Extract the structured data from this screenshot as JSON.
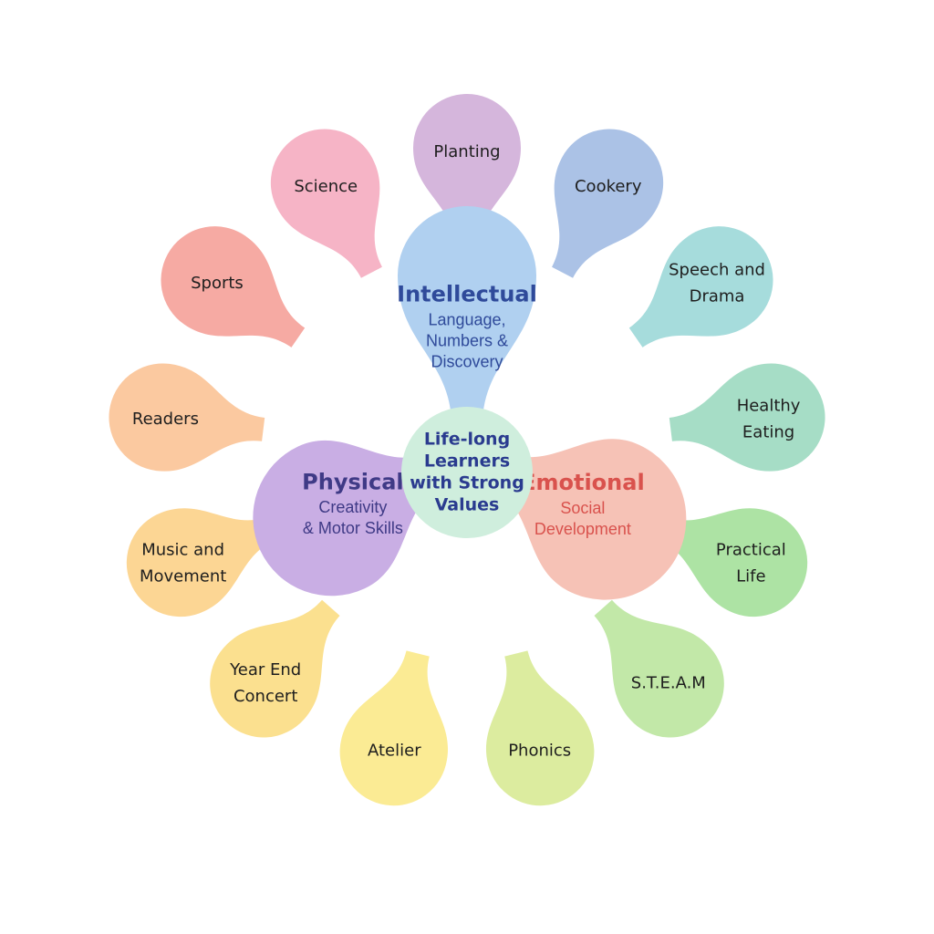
{
  "center": {
    "lines": [
      "Life-long",
      "Learners",
      "with Strong",
      "Values"
    ],
    "fill": "#cfeedd",
    "text_color": "#2a3b8f"
  },
  "categories": [
    {
      "id": "intellectual",
      "title": "Intellectual",
      "subtitle_lines": [
        "Language,",
        "Numbers &",
        "Discovery"
      ],
      "fill": "#b0d0f0",
      "title_color": "#2f4a9a",
      "subtitle_color": "#2f4a9a"
    },
    {
      "id": "physical",
      "title": "Physical",
      "subtitle_lines": [
        "Creativity",
        "& Motor Skills"
      ],
      "fill": "#c9aee4",
      "title_color": "#3f3a86",
      "subtitle_color": "#3f3a86"
    },
    {
      "id": "emotional",
      "title": "Emotional",
      "subtitle_lines": [
        "Social",
        "Development"
      ],
      "fill": "#f6c2b6",
      "title_color": "#d9524d",
      "subtitle_color": "#d9524d"
    }
  ],
  "petals": [
    {
      "lines": [
        "Planting"
      ],
      "fill": "#d5b6dc"
    },
    {
      "lines": [
        "Cookery"
      ],
      "fill": "#abc2e6"
    },
    {
      "lines": [
        "Speech and",
        "Drama"
      ],
      "fill": "#a6dcdc"
    },
    {
      "lines": [
        "Healthy",
        "Eating"
      ],
      "fill": "#a6ddc6"
    },
    {
      "lines": [
        "Practical",
        "Life"
      ],
      "fill": "#ade3a4"
    },
    {
      "lines": [
        "S.T.E.A.M"
      ],
      "fill": "#c2e8a8"
    },
    {
      "lines": [
        "Phonics"
      ],
      "fill": "#dcec9f"
    },
    {
      "lines": [
        "Atelier"
      ],
      "fill": "#fbeb94"
    },
    {
      "lines": [
        "Year End",
        "Concert"
      ],
      "fill": "#fbe08f"
    },
    {
      "lines": [
        "Music and",
        "Movement"
      ],
      "fill": "#fcd694"
    },
    {
      "lines": [
        "Readers"
      ],
      "fill": "#fbc9a0"
    },
    {
      "lines": [
        "Sports"
      ],
      "fill": "#f6aaa3"
    },
    {
      "lines": [
        "Science"
      ],
      "fill": "#f6b4c6"
    }
  ]
}
